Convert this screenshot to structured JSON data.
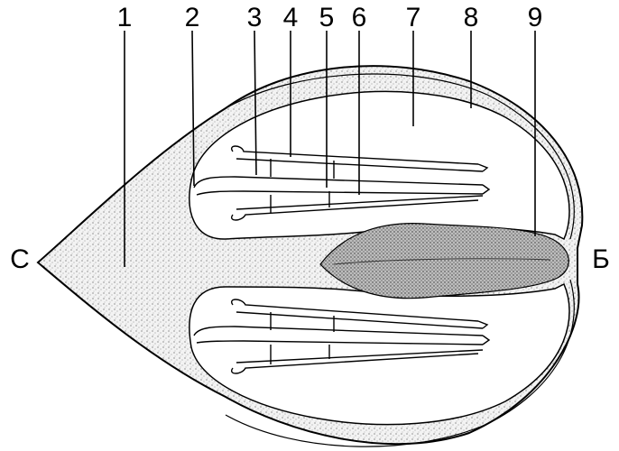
{
  "labels": {
    "n1": "1",
    "n2": "2",
    "n3": "3",
    "n4": "4",
    "n5": "5",
    "n6": "6",
    "n7": "7",
    "n8": "8",
    "n9": "9",
    "left_pole": "С",
    "right_pole": "Б"
  },
  "colors": {
    "ink": "#000000",
    "stipple_fill": "#ececec",
    "dark_stipple_fill": "#cfcfcf"
  }
}
